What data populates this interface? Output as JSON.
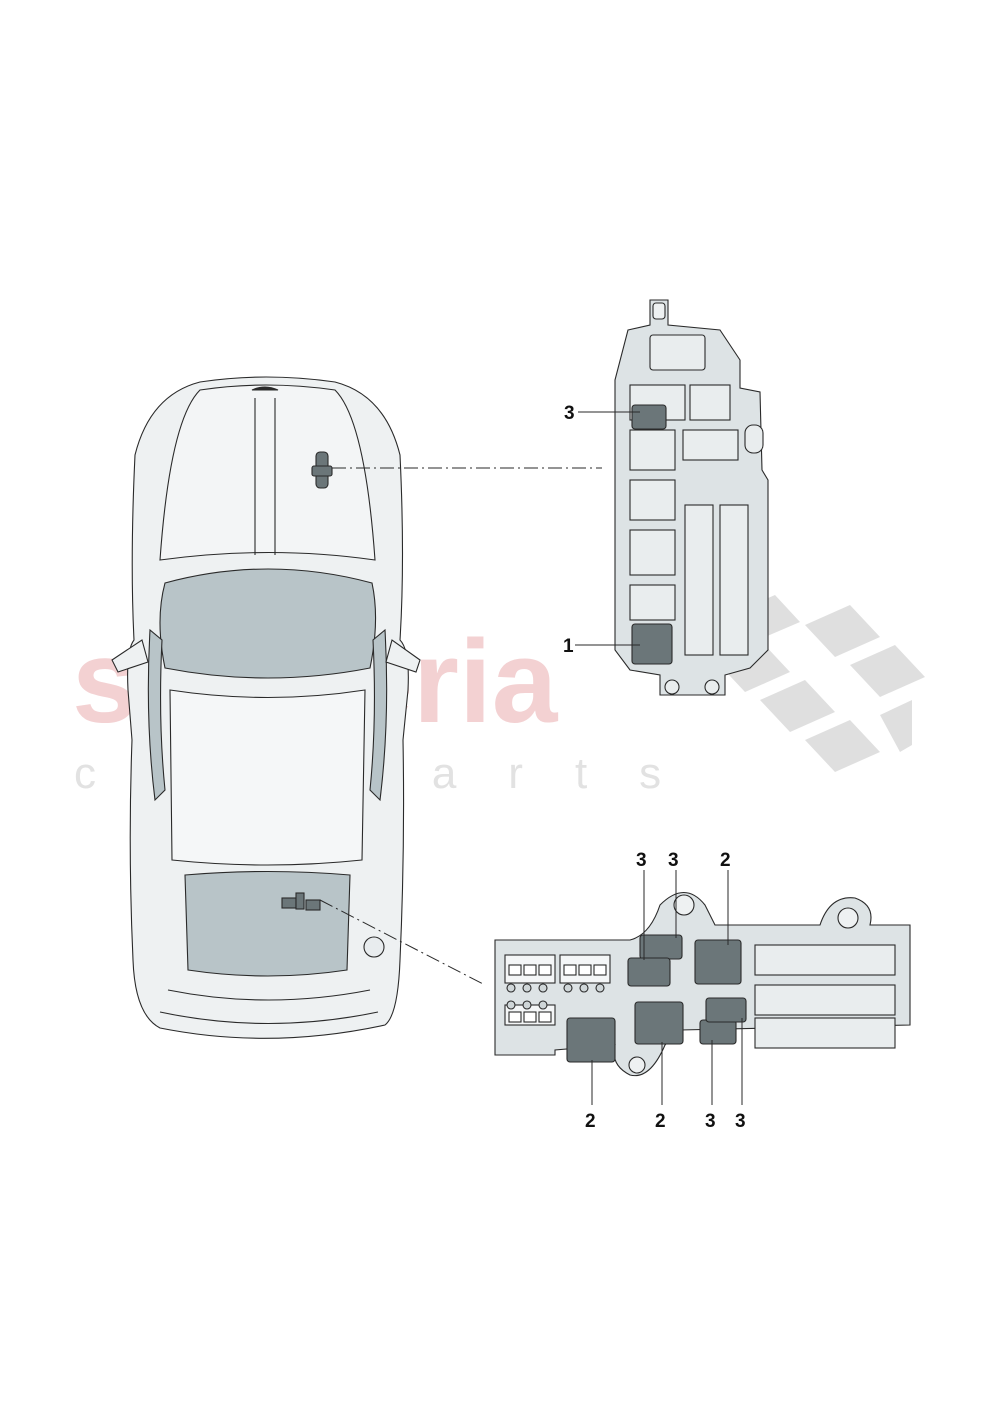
{
  "watermark": {
    "brand": "scuderia",
    "tagline": "car parts",
    "brand_color": "#f1c9cb",
    "checker_color": "#dcdcdc"
  },
  "callouts": {
    "upper_box": [
      "3",
      "1"
    ],
    "lower_box_top": [
      "3",
      "3",
      "2"
    ],
    "lower_box_bottom": [
      "2",
      "2",
      "3",
      "3"
    ]
  },
  "colors": {
    "line": "#2a2a2a",
    "body_fill": "#eef1f2",
    "glass_fill": "#b8c4c8",
    "relay_fill": "#6b7679",
    "box_fill": "#dde3e5"
  }
}
